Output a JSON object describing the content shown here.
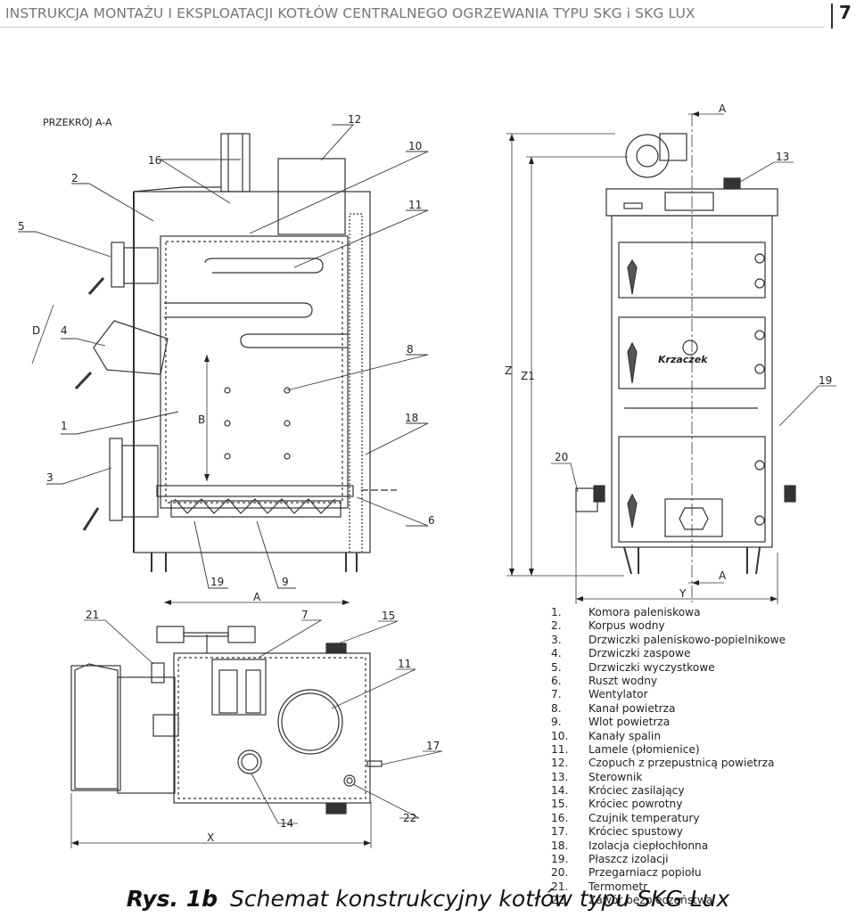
{
  "header": {
    "title": "INSTRUKCJA MONTAŻU I EKSPLOATACJI KOTŁÓW CENTRALNEGO OGRZEWANIA TYPU SKG i SKG LUX",
    "page_number": "7"
  },
  "drawing": {
    "section_label": "PRZEKRÓJ A-A",
    "brand": "Krzaczek",
    "section_view_callouts": [
      "16",
      "2",
      "5",
      "4",
      "1",
      "3",
      "12",
      "10",
      "11",
      "8",
      "18",
      "6",
      "19",
      "9"
    ],
    "front_view_callouts": [
      "13",
      "19",
      "20"
    ],
    "top_view_callouts": [
      "21",
      "7",
      "15",
      "11",
      "17",
      "22",
      "14"
    ],
    "dimensions": {
      "d": "D",
      "b": "B",
      "a": "A",
      "z": "Z",
      "z1": "Z1",
      "y": "Y",
      "x": "X",
      "section_a_top": "A",
      "section_a_bottom": "A"
    }
  },
  "legend": [
    {
      "num": "1.",
      "text": "Komora paleniskowa"
    },
    {
      "num": "2.",
      "text": "Korpus wodny"
    },
    {
      "num": "3.",
      "text": "Drzwiczki paleniskowo-popielnikowe"
    },
    {
      "num": "4.",
      "text": "Drzwiczki zaspowe"
    },
    {
      "num": "5.",
      "text": "Drzwiczki wyczystkowe"
    },
    {
      "num": "6.",
      "text": "Ruszt wodny"
    },
    {
      "num": "7.",
      "text": "Wentylator"
    },
    {
      "num": "8.",
      "text": "Kanał powietrza"
    },
    {
      "num": "9.",
      "text": "Wlot powietrza"
    },
    {
      "num": "10.",
      "text": "Kanały spalin"
    },
    {
      "num": "11.",
      "text": "Lamele (płomienice)"
    },
    {
      "num": "12.",
      "text": "Czopuch z przepustnicą powietrza"
    },
    {
      "num": "13.",
      "text": "Sterownik"
    },
    {
      "num": "14.",
      "text": "Króciec zasilający"
    },
    {
      "num": "15.",
      "text": "Króciec powrotny"
    },
    {
      "num": "16.",
      "text": "Czujnik temperatury"
    },
    {
      "num": "17.",
      "text": "Króciec spustowy"
    },
    {
      "num": "18.",
      "text": "Izolacja ciepłochłonna"
    },
    {
      "num": "19.",
      "text": "Płaszcz izolacji"
    },
    {
      "num": "20.",
      "text": "Przegarniacz popiołu"
    },
    {
      "num": "21.",
      "text": "Termometr"
    },
    {
      "num": "22.",
      "text": "Zawór bezpieczeństwa"
    }
  ],
  "caption": {
    "prefix": "Rys. 1b",
    "text": "Schemat konstrukcyjny kotłów typu SKG Lux"
  }
}
